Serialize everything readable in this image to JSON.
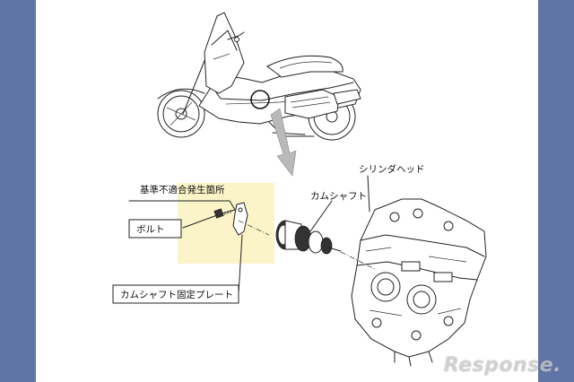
{
  "labels": {
    "cylinder_head": "シリンダヘッド",
    "camshaft": "カムシャフト",
    "defect_location": "基準不適合発生箇所",
    "bolt": "ボルト",
    "camshaft_plate": "カムシャフト固定プレート"
  },
  "watermark": "Response.",
  "colors": {
    "background": "#5f75a6",
    "highlight": "#fbf4c8",
    "arrow": "#b9b9b9"
  }
}
